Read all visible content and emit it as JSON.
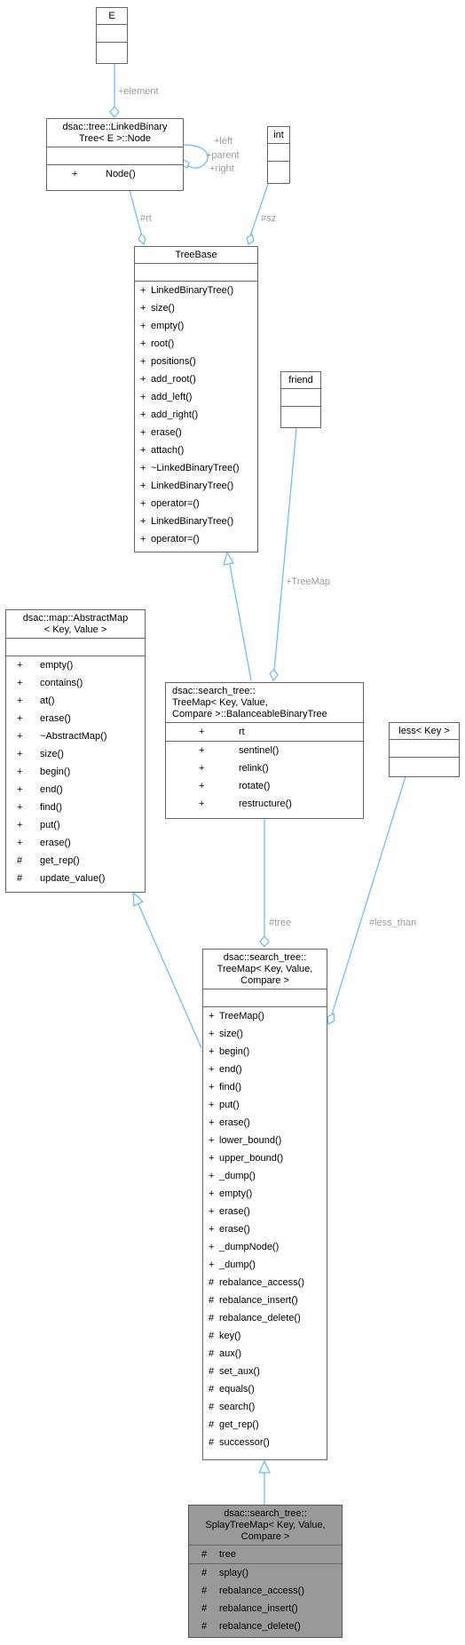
{
  "nodes": {
    "e": {
      "title": [
        "E"
      ]
    },
    "node": {
      "title": [
        "dsac::tree::LinkedBinary",
        "Tree< E >::Node"
      ],
      "methods": [
        {
          "v": "+",
          "n": "Node()"
        }
      ]
    },
    "int": {
      "title": [
        "int"
      ]
    },
    "treebase": {
      "title": [
        "TreeBase"
      ],
      "methods": [
        {
          "v": "+",
          "n": "LinkedBinaryTree()"
        },
        {
          "v": "+",
          "n": "size()"
        },
        {
          "v": "+",
          "n": "empty()"
        },
        {
          "v": "+",
          "n": "root()"
        },
        {
          "v": "+",
          "n": "positions()"
        },
        {
          "v": "+",
          "n": "add_root()"
        },
        {
          "v": "+",
          "n": "add_left()"
        },
        {
          "v": "+",
          "n": "add_right()"
        },
        {
          "v": "+",
          "n": "erase()"
        },
        {
          "v": "+",
          "n": "attach()"
        },
        {
          "v": "+",
          "n": "~LinkedBinaryTree()"
        },
        {
          "v": "+",
          "n": "LinkedBinaryTree()"
        },
        {
          "v": "+",
          "n": "operator=()"
        },
        {
          "v": "+",
          "n": "LinkedBinaryTree()"
        },
        {
          "v": "+",
          "n": "operator=()"
        }
      ]
    },
    "friend": {
      "title": [
        "friend"
      ]
    },
    "abstractmap": {
      "title": [
        "dsac::map::AbstractMap",
        "< Key, Value >"
      ],
      "methods": [
        {
          "v": "+",
          "n": "empty()"
        },
        {
          "v": "+",
          "n": "contains()"
        },
        {
          "v": "+",
          "n": "at()"
        },
        {
          "v": "+",
          "n": "erase()"
        },
        {
          "v": "+",
          "n": "~AbstractMap()"
        },
        {
          "v": "+",
          "n": "size()"
        },
        {
          "v": "+",
          "n": "begin()"
        },
        {
          "v": "+",
          "n": "end()"
        },
        {
          "v": "+",
          "n": "find()"
        },
        {
          "v": "+",
          "n": "put()"
        },
        {
          "v": "+",
          "n": "erase()"
        },
        {
          "v": "#",
          "n": "get_rep()"
        },
        {
          "v": "#",
          "n": "update_value()"
        }
      ]
    },
    "bbt": {
      "title": [
        "dsac::search_tree::",
        "TreeMap< Key, Value,",
        "Compare >::BalanceableBinaryTree"
      ],
      "attrs": [
        {
          "v": "+",
          "n": "rt"
        }
      ],
      "methods": [
        {
          "v": "+",
          "n": "sentinel()"
        },
        {
          "v": "+",
          "n": "relink()"
        },
        {
          "v": "+",
          "n": "rotate()"
        },
        {
          "v": "+",
          "n": "restructure()"
        }
      ]
    },
    "less": {
      "title": [
        "less< Key >"
      ]
    },
    "treemap": {
      "title": [
        "dsac::search_tree::",
        "TreeMap< Key, Value,",
        "Compare >"
      ],
      "methods": [
        {
          "v": "+",
          "n": "TreeMap()"
        },
        {
          "v": "+",
          "n": "size()"
        },
        {
          "v": "+",
          "n": "begin()"
        },
        {
          "v": "+",
          "n": "end()"
        },
        {
          "v": "+",
          "n": "find()"
        },
        {
          "v": "+",
          "n": "put()"
        },
        {
          "v": "+",
          "n": "erase()"
        },
        {
          "v": "+",
          "n": "lower_bound()"
        },
        {
          "v": "+",
          "n": "upper_bound()"
        },
        {
          "v": "+",
          "n": "_dump()"
        },
        {
          "v": "+",
          "n": "empty()"
        },
        {
          "v": "+",
          "n": "erase()"
        },
        {
          "v": "+",
          "n": "erase()"
        },
        {
          "v": "+",
          "n": "_dumpNode()"
        },
        {
          "v": "+",
          "n": "_dump()"
        },
        {
          "v": "#",
          "n": "rebalance_access()"
        },
        {
          "v": "#",
          "n": "rebalance_insert()"
        },
        {
          "v": "#",
          "n": "rebalance_delete()"
        },
        {
          "v": "#",
          "n": "key()"
        },
        {
          "v": "#",
          "n": "aux()"
        },
        {
          "v": "#",
          "n": "set_aux()"
        },
        {
          "v": "#",
          "n": "equals()"
        },
        {
          "v": "#",
          "n": "search()"
        },
        {
          "v": "#",
          "n": "get_rep()"
        },
        {
          "v": "#",
          "n": "successor()"
        }
      ]
    },
    "splay": {
      "title": [
        "dsac::search_tree::",
        "SplayTreeMap< Key, Value,",
        "Compare >"
      ],
      "attrs": [
        {
          "v": "#",
          "n": "tree"
        }
      ],
      "methods": [
        {
          "v": "#",
          "n": "splay()"
        },
        {
          "v": "#",
          "n": "rebalance_access()"
        },
        {
          "v": "#",
          "n": "rebalance_insert()"
        },
        {
          "v": "#",
          "n": "rebalance_delete()"
        }
      ]
    }
  },
  "edge_labels": {
    "element": "+element",
    "left": "+left",
    "parent": "+parent",
    "right": "+right",
    "rt": "#rt",
    "sz": "#sz",
    "treemap": "+TreeMap",
    "tree": "#tree",
    "less_than": "#less_than"
  },
  "colors": {
    "edge": "#63b8ff",
    "label": "#9a9a9a",
    "highlight": "#999999",
    "border": "#666666"
  }
}
